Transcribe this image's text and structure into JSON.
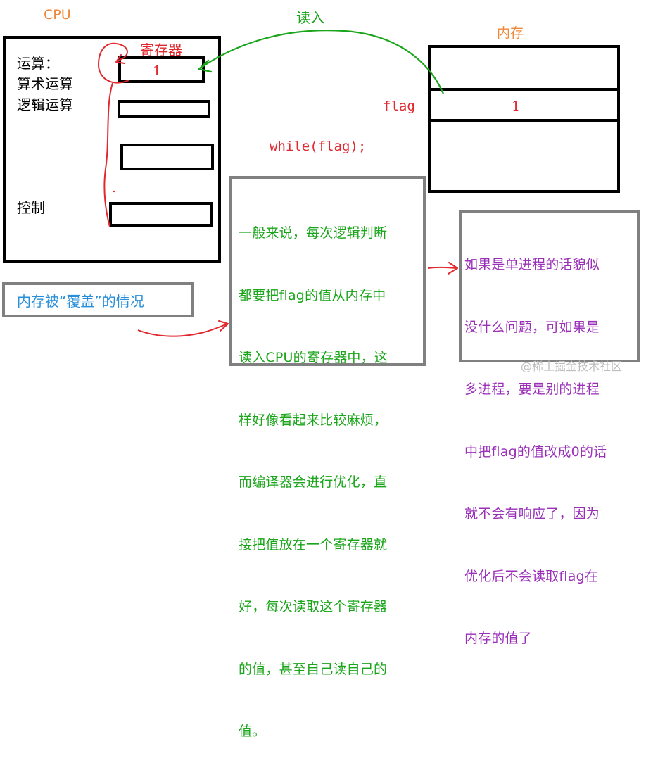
{
  "cpu": {
    "title": "CPU",
    "register_label": "寄存器",
    "labels": [
      "运算：",
      "算术运算",
      "逻辑运算"
    ],
    "control_label": "控制",
    "register_value": "1"
  },
  "read_label": "读入",
  "memory": {
    "title": "内存",
    "flag_label": "flag",
    "flag_value": "1"
  },
  "code": "while(flag);",
  "green_note": {
    "lines": [
      "一般来说，每次逻辑判断",
      "都要把flag的值从内存中",
      "读入CPU的寄存器中，这",
      "样好像看起来比较麻烦，",
      "而编译器会进行优化，直",
      "接把值放在一个寄存器就",
      "好，每次读取这个寄存器",
      "的值，甚至自己读自己的",
      "值。"
    ]
  },
  "purple_note": {
    "lines": [
      "如果是单进程的话貌似",
      "没什么问题，可如果是",
      "多进程，要是别的进程",
      "中把flag的值改成0的话",
      "就不会有响应了，因为",
      "优化后不会读取flag在",
      "内存的值了"
    ]
  },
  "caption": "内存被“覆盖”的情况",
  "watermark": "@稀土掘金技术社区",
  "colors": {
    "orange": "#f0883a",
    "red": "#e0282e",
    "green": "#1aa51a",
    "blue": "#2a8fd8",
    "purple": "#9a2fb8",
    "gray": "#808080"
  }
}
